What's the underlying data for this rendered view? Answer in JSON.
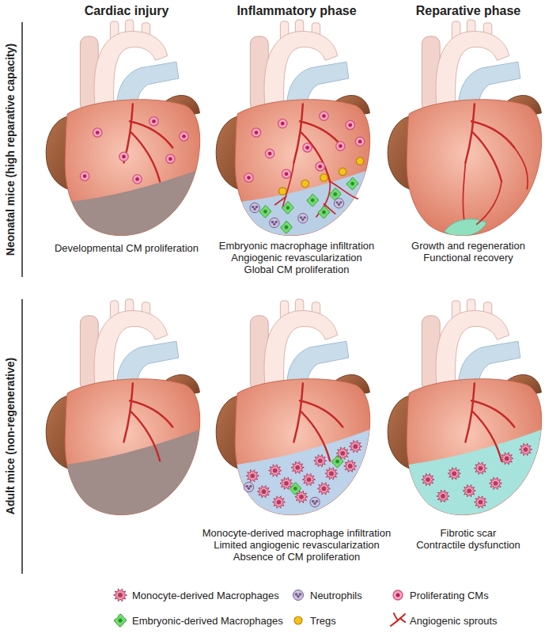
{
  "diagram": {
    "labels": [
      "Cardiac injury",
      "Inflammatory phase",
      "Reparative phase",
      "Neonatal mice (high reparative capacity)",
      "Adult mice (non-regenerative)",
      "Developmental CM proliferation",
      "Embryonic macrophage infiltration",
      "Angiogenic revascularization",
      "Global CM proliferation",
      "Growth and regeneration",
      "Functional recovery",
      "Monocyte-derived macrophage infiltration",
      "Limited angiogenic revascularization",
      "Absence of CM proliferation",
      "Fibrotic scar",
      "Contractile dysfunction"
    ],
    "legend": [
      {
        "text": "Monocyte-derived Macrophages"
      },
      {
        "text": "Neutrophils"
      },
      {
        "text": "Proliferating CMs"
      },
      {
        "text": "Embryonic-derived Macrophages"
      },
      {
        "text": "Tregs"
      },
      {
        "text": "Angiogenic sprouts"
      }
    ]
  }
}
